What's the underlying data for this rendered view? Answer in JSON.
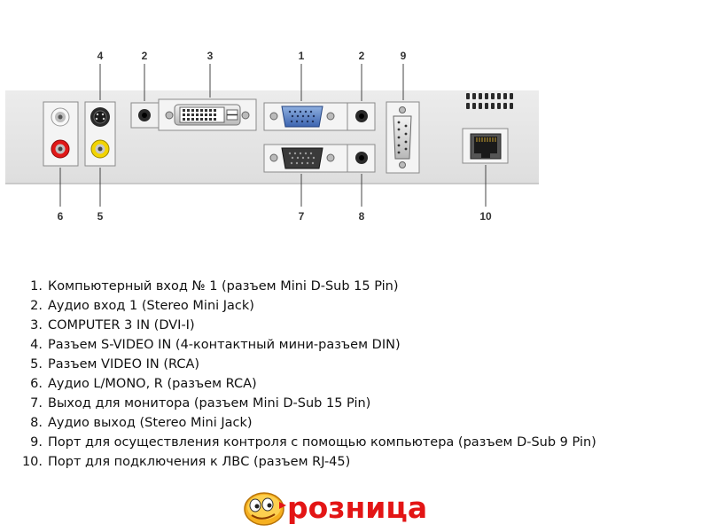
{
  "callouts": [
    "1",
    "2",
    "3",
    "4",
    "2",
    "9",
    "6",
    "5",
    "7",
    "8",
    "10"
  ],
  "legend": [
    {
      "num": "1.",
      "text": "Компьютерный вход № 1 (разъем Mini D-Sub 15 Pin)"
    },
    {
      "num": "2.",
      "text": "Аудио вход 1 (Stereo Mini Jack)"
    },
    {
      "num": "3.",
      "text": "COMPUTER 3 IN (DVI-I)"
    },
    {
      "num": "4.",
      "text": "Разъем S-VIDEO IN (4-контактный мини-разъем DIN)"
    },
    {
      "num": "5.",
      "text": "Разъем VIDEO IN (RCA)"
    },
    {
      "num": "6.",
      "text": "Аудио L/MONO, R (разъем RCA)"
    },
    {
      "num": "7.",
      "text": "Выход для монитора (разъем Mini D-Sub 15 Pin)"
    },
    {
      "num": "8.",
      "text": "Аудио выход (Stereo Mini Jack)"
    },
    {
      "num": "9.",
      "text": "Порт для осуществления контроля с помощью компьютера (разъем D-Sub 9 Pin)"
    },
    {
      "num": "10.",
      "text": "Порт для подключения к ЛВС (разъем RJ-45)"
    }
  ],
  "logo": {
    "text": "розница"
  },
  "colors": {
    "panel": "#e8e8e8",
    "rca_red": "#e01818",
    "rca_yellow": "#f2d400",
    "logo_red": "#e31515"
  }
}
